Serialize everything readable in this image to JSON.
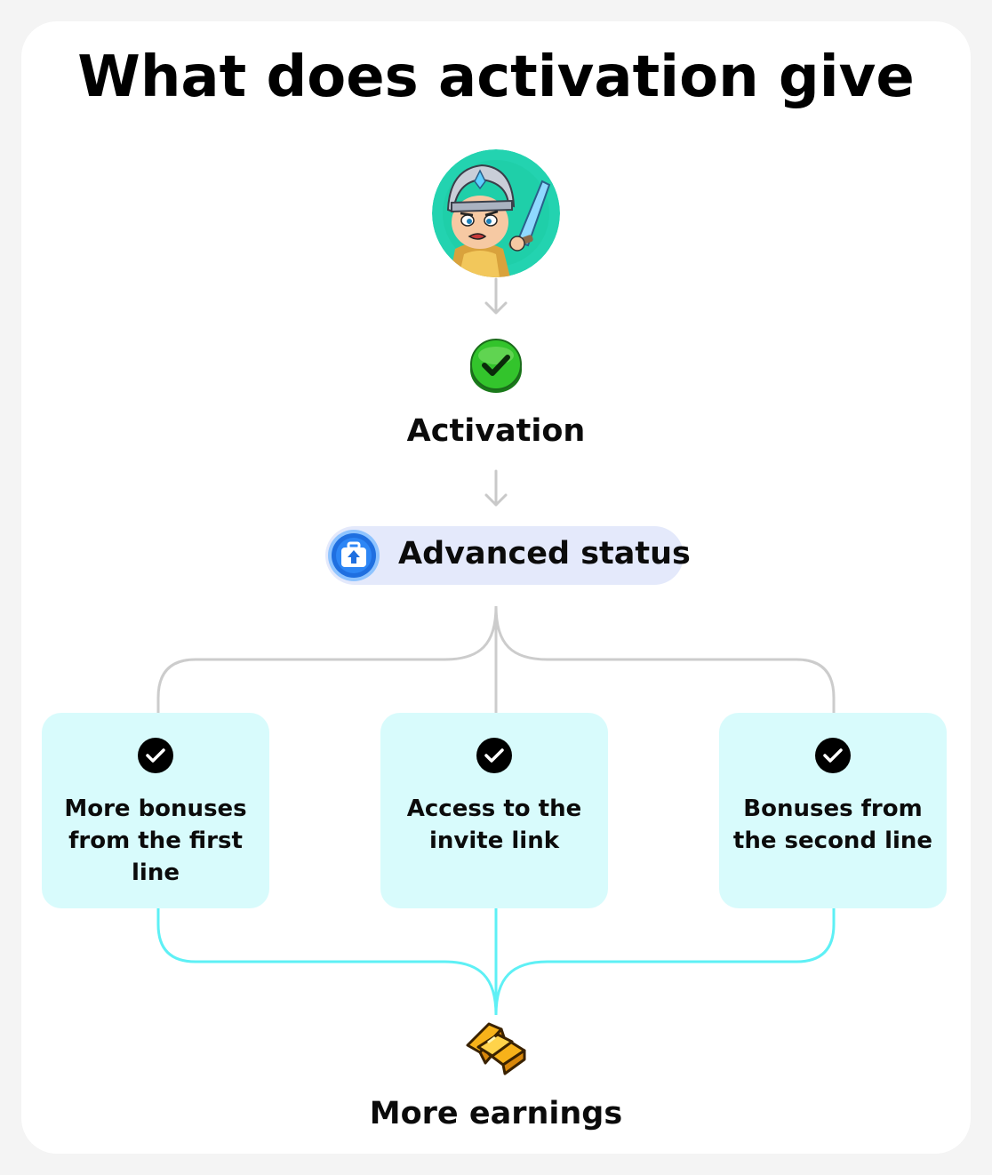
{
  "title": "What does activation give",
  "avatar": {
    "icon": "knight-avatar-icon"
  },
  "activation": {
    "icon": "green-check-icon",
    "label": "Activation"
  },
  "status": {
    "icon": "briefcase-upgrade-icon",
    "label": "Advanced status"
  },
  "benefits": [
    {
      "icon": "check-circle-icon",
      "label": "More bonuses from the first line"
    },
    {
      "icon": "check-circle-icon",
      "label": "Access to the invite link"
    },
    {
      "icon": "check-circle-icon",
      "label": "Bonuses from the second line"
    }
  ],
  "result": {
    "icon": "gold-bars-icon",
    "label": "More earnings"
  },
  "colors": {
    "background": "#f4f4f4",
    "card": "#ffffff",
    "pill": "#e4e9fb",
    "benefit_box": "#d8fbfc",
    "connector_gray": "#cccccc",
    "connector_cyan": "#5ef0f5",
    "check_green": "#2fc02a"
  }
}
